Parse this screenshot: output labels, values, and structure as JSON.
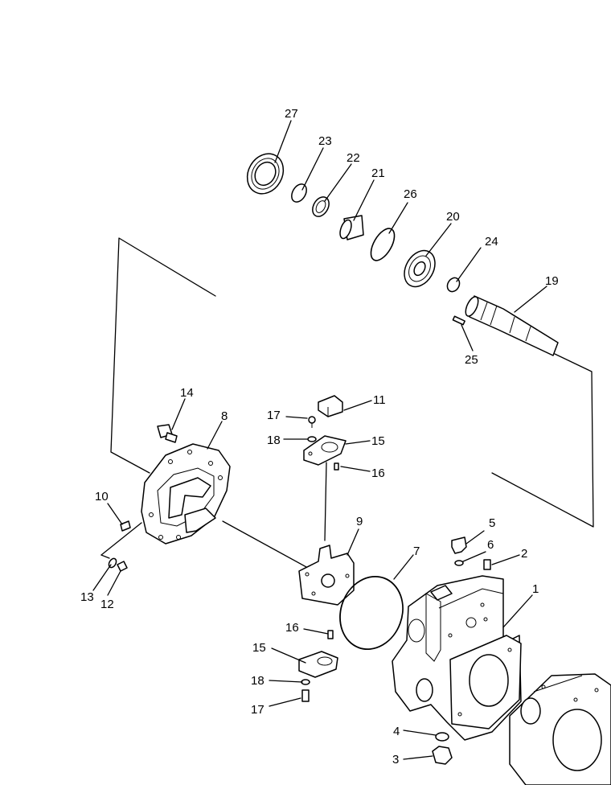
{
  "diagram": {
    "part_labels": [
      {
        "id": "p27",
        "text": "27"
      },
      {
        "id": "p23",
        "text": "23"
      },
      {
        "id": "p22",
        "text": "22"
      },
      {
        "id": "p21",
        "text": "21"
      },
      {
        "id": "p26",
        "text": "26"
      },
      {
        "id": "p20",
        "text": "20"
      },
      {
        "id": "p24",
        "text": "24"
      },
      {
        "id": "p19",
        "text": "19"
      },
      {
        "id": "p25",
        "text": "25"
      },
      {
        "id": "p14",
        "text": "14"
      },
      {
        "id": "p8",
        "text": "8"
      },
      {
        "id": "p11",
        "text": "11"
      },
      {
        "id": "p17a",
        "text": "17"
      },
      {
        "id": "p18a",
        "text": "18"
      },
      {
        "id": "p15a",
        "text": "15"
      },
      {
        "id": "p16a",
        "text": "16"
      },
      {
        "id": "p10",
        "text": "10"
      },
      {
        "id": "p9",
        "text": "9"
      },
      {
        "id": "p5",
        "text": "5"
      },
      {
        "id": "p6",
        "text": "6"
      },
      {
        "id": "p2",
        "text": "2"
      },
      {
        "id": "p7",
        "text": "7"
      },
      {
        "id": "p1",
        "text": "1"
      },
      {
        "id": "p13",
        "text": "13"
      },
      {
        "id": "p12",
        "text": "12"
      },
      {
        "id": "p16b",
        "text": "16"
      },
      {
        "id": "p15b",
        "text": "15"
      },
      {
        "id": "p18b",
        "text": "18"
      },
      {
        "id": "p17b",
        "text": "17"
      },
      {
        "id": "p4",
        "text": "4"
      },
      {
        "id": "p3",
        "text": "3"
      }
    ]
  }
}
